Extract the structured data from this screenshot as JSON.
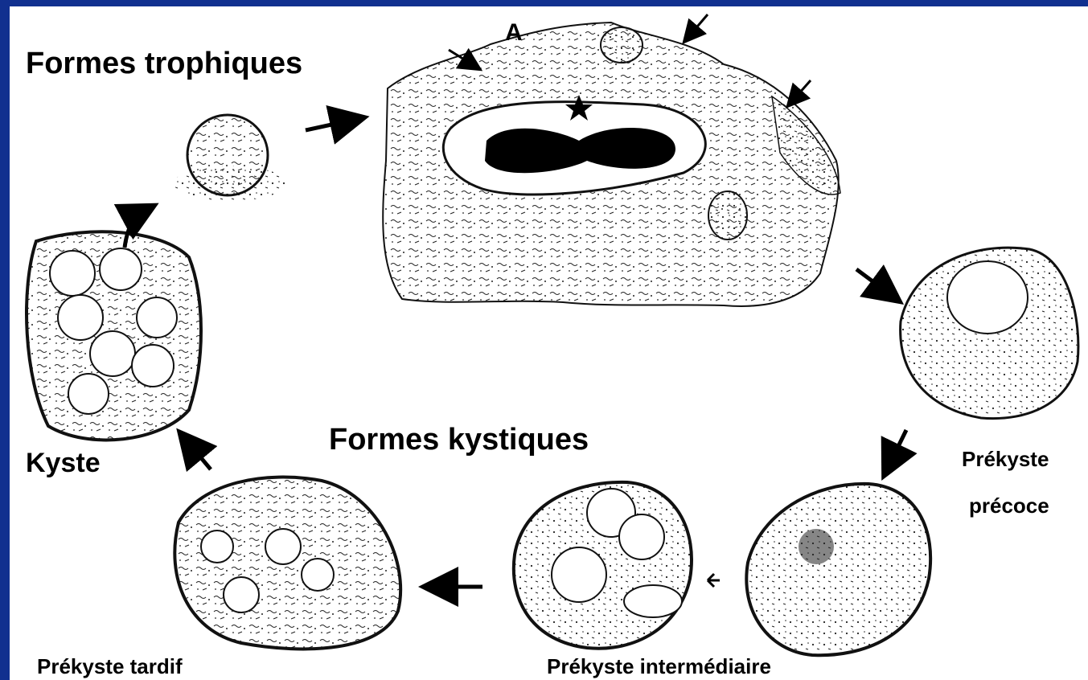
{
  "diagram": {
    "panel_letter": "A",
    "labels": {
      "trophic_forms": "Formes trophiques",
      "cystic_forms": "Formes kystiques",
      "cyst": "Kyste",
      "early_precyst_line1": "Prékyste",
      "early_precyst_line2": "précoce",
      "late_precyst": "Prékyste tardif",
      "intermediate_precyst": "Prékyste intermédiaire"
    }
  },
  "colors": {
    "frame_blue": "#11308f",
    "panel_white": "#ffffff",
    "ink": "#000000"
  }
}
